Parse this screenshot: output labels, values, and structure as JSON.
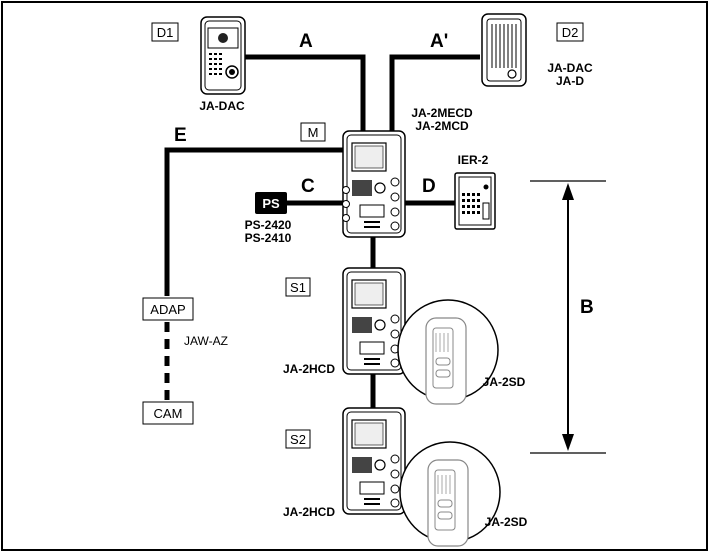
{
  "boxes": {
    "d1": "D1",
    "d2": "D2",
    "m": "M",
    "s1": "S1",
    "s2": "S2",
    "ps": "PS",
    "adap": "ADAP",
    "cam": "CAM"
  },
  "wires": {
    "a": "A",
    "a_prime": "A'",
    "b": "B",
    "c": "C",
    "d": "D",
    "e": "E"
  },
  "models": {
    "d1": "JA-DAC",
    "d2_line1": "JA-DAC",
    "d2_line2": "JA-D",
    "m_line1": "JA-2MECD",
    "m_line2": "JA-2MCD",
    "ier": "IER-2",
    "ps_line1": "PS-2420",
    "ps_line2": "PS-2410",
    "adap": "JAW-AZ",
    "s1": "JA-2HCD",
    "s1_handset": "JA-2SD",
    "s2": "JA-2HCD",
    "s2_handset": "JA-2SD"
  }
}
